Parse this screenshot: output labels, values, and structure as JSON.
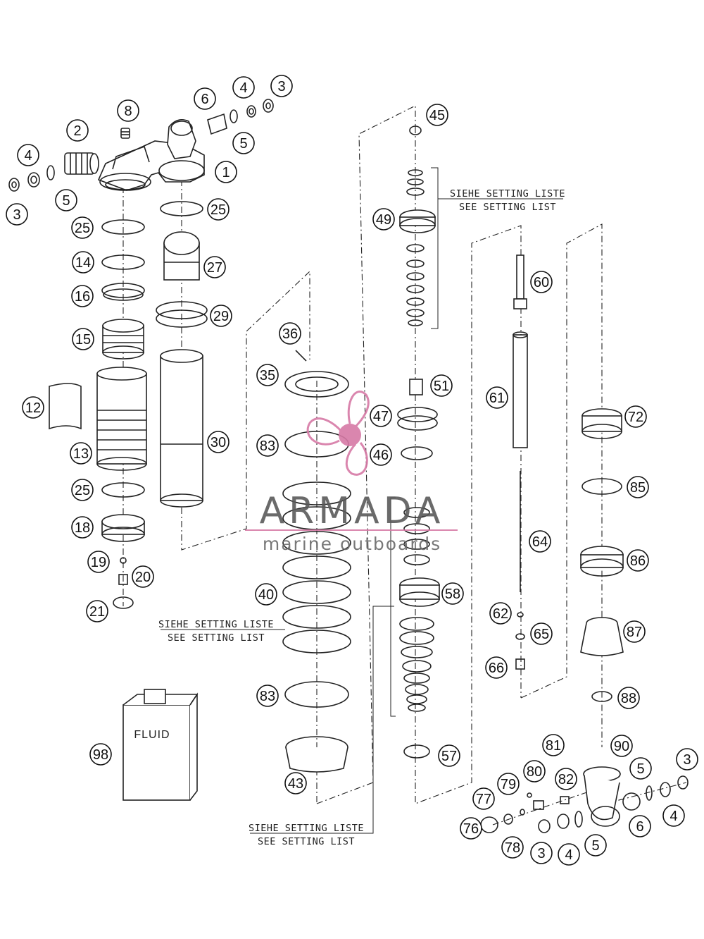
{
  "callouts": [
    {
      "num": "1"
    },
    {
      "num": "2"
    },
    {
      "num": "3"
    },
    {
      "num": "4"
    },
    {
      "num": "5"
    },
    {
      "num": "6"
    },
    {
      "num": "8"
    },
    {
      "num": "3"
    },
    {
      "num": "4"
    },
    {
      "num": "5"
    },
    {
      "num": "25"
    },
    {
      "num": "25"
    },
    {
      "num": "14"
    },
    {
      "num": "16"
    },
    {
      "num": "15"
    },
    {
      "num": "12"
    },
    {
      "num": "13"
    },
    {
      "num": "25"
    },
    {
      "num": "18"
    },
    {
      "num": "19"
    },
    {
      "num": "20"
    },
    {
      "num": "21"
    },
    {
      "num": "27"
    },
    {
      "num": "29"
    },
    {
      "num": "30"
    },
    {
      "num": "36"
    },
    {
      "num": "35"
    },
    {
      "num": "83"
    },
    {
      "num": "40"
    },
    {
      "num": "83"
    },
    {
      "num": "43"
    },
    {
      "num": "98"
    },
    {
      "num": "45"
    },
    {
      "num": "49"
    },
    {
      "num": "51"
    },
    {
      "num": "47"
    },
    {
      "num": "46"
    },
    {
      "num": "58"
    },
    {
      "num": "57"
    },
    {
      "num": "60"
    },
    {
      "num": "61"
    },
    {
      "num": "64"
    },
    {
      "num": "62"
    },
    {
      "num": "65"
    },
    {
      "num": "66"
    },
    {
      "num": "72"
    },
    {
      "num": "85"
    },
    {
      "num": "86"
    },
    {
      "num": "87"
    },
    {
      "num": "88"
    },
    {
      "num": "90"
    },
    {
      "num": "5"
    },
    {
      "num": "3"
    },
    {
      "num": "4"
    },
    {
      "num": "6"
    },
    {
      "num": "81"
    },
    {
      "num": "80"
    },
    {
      "num": "79"
    },
    {
      "num": "82"
    },
    {
      "num": "77"
    },
    {
      "num": "76"
    },
    {
      "num": "78"
    },
    {
      "num": "3"
    },
    {
      "num": "4"
    },
    {
      "num": "5"
    }
  ],
  "notes": [
    {
      "de": "SIEHE SETTING LISTE",
      "en": "SEE SETTING LIST"
    },
    {
      "de": "SIEHE SETTING LISTE",
      "en": "SEE SETTING LIST"
    },
    {
      "de": "SIEHE SETTING LISTE",
      "en": "SEE SETTING LIST"
    }
  ],
  "fluid_label": "FLUID",
  "watermark": {
    "title": "ARMADA",
    "subtitle": "marine outboards",
    "accent_color": "#d77aa6",
    "line_color": "#333333"
  }
}
